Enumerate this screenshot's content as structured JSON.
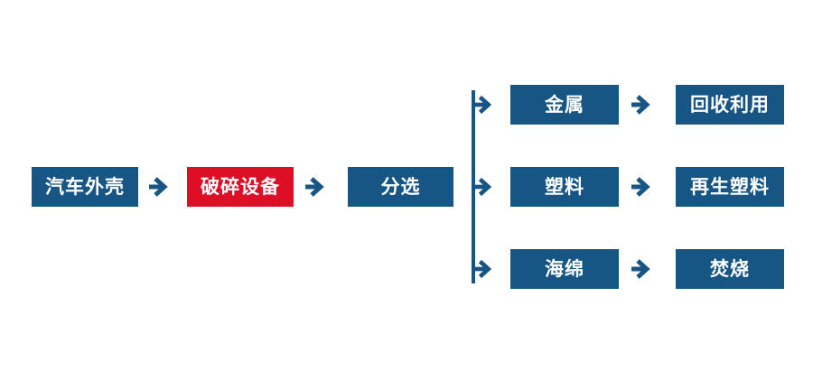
{
  "colors": {
    "primary_blue": "#175585",
    "highlight_red": "#dc0f26",
    "node_text": "#ffffff",
    "background": "#ffffff"
  },
  "flow": {
    "main": [
      {
        "label": "汽车外壳",
        "highlight": false
      },
      {
        "label": "破碎设备",
        "highlight": true
      },
      {
        "label": "分选",
        "highlight": false
      }
    ],
    "branches": [
      {
        "item": "金属",
        "result": "回收利用"
      },
      {
        "item": "塑料",
        "result": "再生塑料"
      },
      {
        "item": "海绵",
        "result": "焚烧"
      }
    ]
  }
}
